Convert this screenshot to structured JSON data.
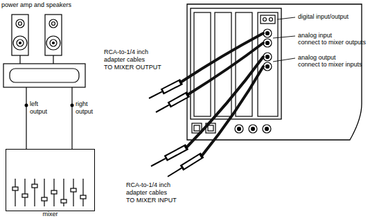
{
  "diagram": {
    "nodes": [
      {
        "text": [
          "power amp and speakers"
        ]
      },
      {
        "text": [
          "mixer"
        ]
      }
    ],
    "edges": [
      {
        "from": 1,
        "to": 0,
        "arrow": "none",
        "label": "left output"
      },
      {
        "from": 1,
        "to": 0,
        "arrow": "none",
        "label": "right output"
      }
    ],
    "labels": [
      "RCA-to-1/4 inch adapter cables",
      "TO MIXER OUTPUT",
      "digital input/output",
      "analog input",
      "connect to mixer outputs",
      "analog output",
      "connect to mixer inputs",
      "RCA-to-1/4 inch adapter cables",
      "TO MIXER INPUT"
    ]
  }
}
